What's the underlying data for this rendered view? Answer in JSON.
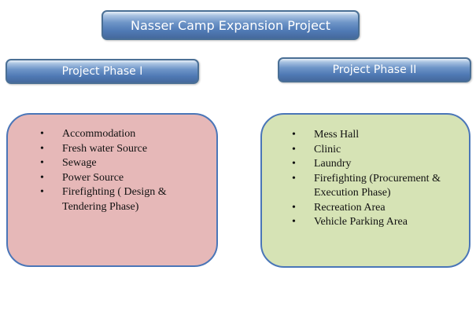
{
  "title": "Nasser Camp Expansion Project",
  "phases": [
    {
      "title": "Project Phase I",
      "fill": "#e6b8b8",
      "items": [
        "Accommodation",
        "Fresh water Source",
        "Sewage",
        "Power Source",
        "Firefighting ( Design & Tendering Phase)"
      ]
    },
    {
      "title": "Project Phase II",
      "fill": "#d6e3b5",
      "items": [
        "Mess Hall",
        "Clinic",
        "Laundry",
        "Firefighting (Procurement & Execution Phase)",
        "Recreation Area",
        "Vehicle Parking Area"
      ]
    }
  ],
  "colors": {
    "header_fill": "#4f79b4",
    "header_border": "#4a6f95",
    "box_border": "#4a76b8"
  }
}
